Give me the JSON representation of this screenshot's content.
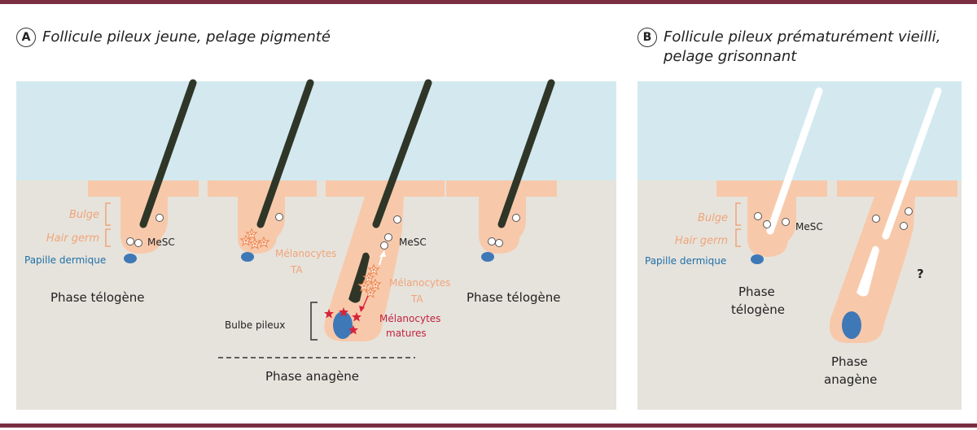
{
  "panelA": {
    "letter": "A",
    "title": "Follicule pileux jeune, pelage pigmenté",
    "labels": {
      "bulge": "Bulge",
      "hair_germ": "Hair germ",
      "mesc1": "MeSC",
      "mesc2": "MeSC",
      "papille": "Papille dermique",
      "phase_telogen1": "Phase télogène",
      "phase_telogen2": "Phase télogène",
      "melano_ta1_l1": "Mélanocytes",
      "melano_ta1_l2": "TA",
      "melano_ta2_l1": "Mélanocytes",
      "melano_ta2_l2": "TA",
      "melano_mat_l1": "Mélanocytes",
      "melano_mat_l2": "matures",
      "bulbe": "Bulbe pileux",
      "phase_anagen": "Phase anagène"
    }
  },
  "panelB": {
    "letter": "B",
    "title_line1": "Follicule pileux prématurément vieilli,",
    "title_line2": "pelage grisonnant",
    "labels": {
      "bulge": "Bulge",
      "hair_germ": "Hair germ",
      "mesc": "MeSC",
      "papille": "Papille dermique",
      "phase_telogen_l1": "Phase",
      "phase_telogen_l2": "télogène",
      "phase_anagen_l1": "Phase",
      "phase_anagen_l2": "anagène",
      "question": "?"
    }
  },
  "colors": {
    "sky": "#d3e9ef",
    "dermis": "#e6e3dc",
    "follicle": "#f7c9aa",
    "hair_dark": "#2f3628",
    "papilla": "#3f78b6",
    "accent_rule": "#7a2e3f"
  }
}
